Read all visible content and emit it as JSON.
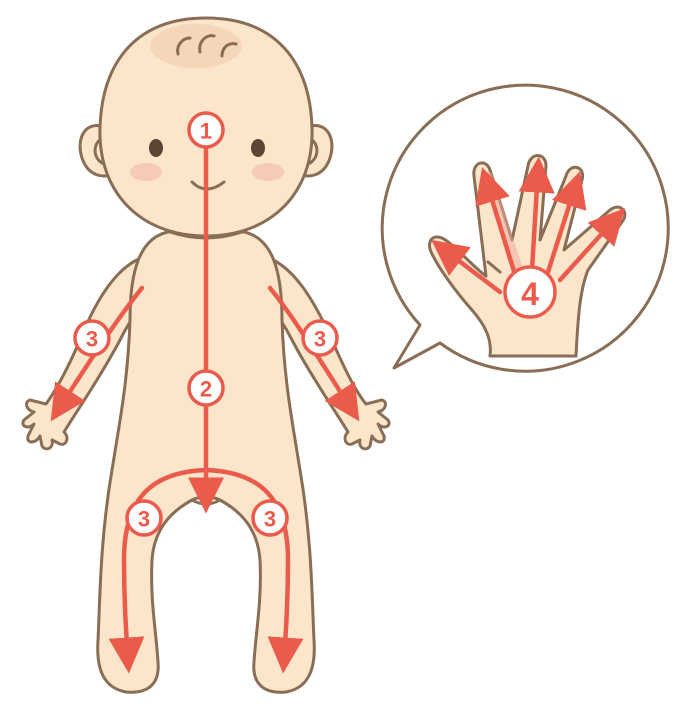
{
  "colors": {
    "skin": "#fbe6cc",
    "outline": "#8a6d55",
    "arrow": "#ea5b4c",
    "cheek": "#f6cbb6",
    "hair": "#f5d6b8"
  },
  "labels": {
    "step1": "1",
    "step2": "2",
    "step3": "3",
    "step4": "4"
  }
}
